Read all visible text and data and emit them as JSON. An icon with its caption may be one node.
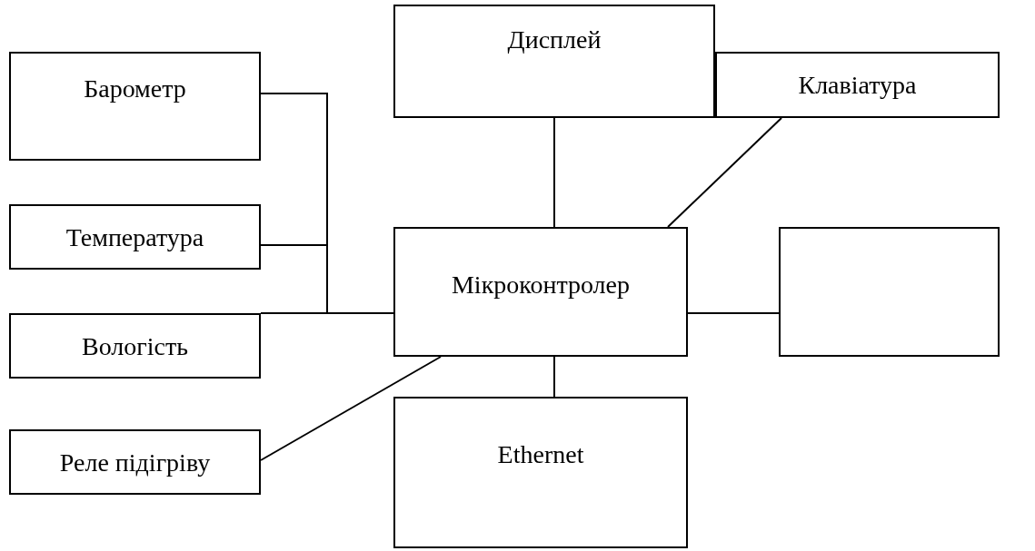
{
  "diagram": {
    "nodes": [
      {
        "text": [
          "Барометр"
        ]
      },
      {
        "text": [
          "Дисплей"
        ]
      },
      {
        "text": [
          "Клавіатура"
        ]
      },
      {
        "text": [
          "Температура"
        ]
      },
      {
        "text": [
          "Мікроконтролер"
        ]
      },
      {
        "text": [],
        "shape": "box"
      },
      {
        "text": [
          "Вологість"
        ]
      },
      {
        "text": [
          "Реле підігріву"
        ]
      },
      {
        "text": [
          "Ethernet"
        ]
      }
    ],
    "edges": [
      {
        "from": 0,
        "to": 4,
        "arrow": "none"
      },
      {
        "from": 3,
        "to": 4,
        "arrow": "none"
      },
      {
        "from": 6,
        "to": 4,
        "arrow": "none"
      },
      {
        "from": 1,
        "to": 4,
        "arrow": "none"
      },
      {
        "from": 2,
        "to": 4,
        "arrow": "none"
      },
      {
        "from": 4,
        "to": 5,
        "arrow": "none"
      },
      {
        "from": 7,
        "to": 4,
        "arrow": "none"
      },
      {
        "from": 4,
        "to": 8,
        "arrow": "none"
      }
    ]
  }
}
